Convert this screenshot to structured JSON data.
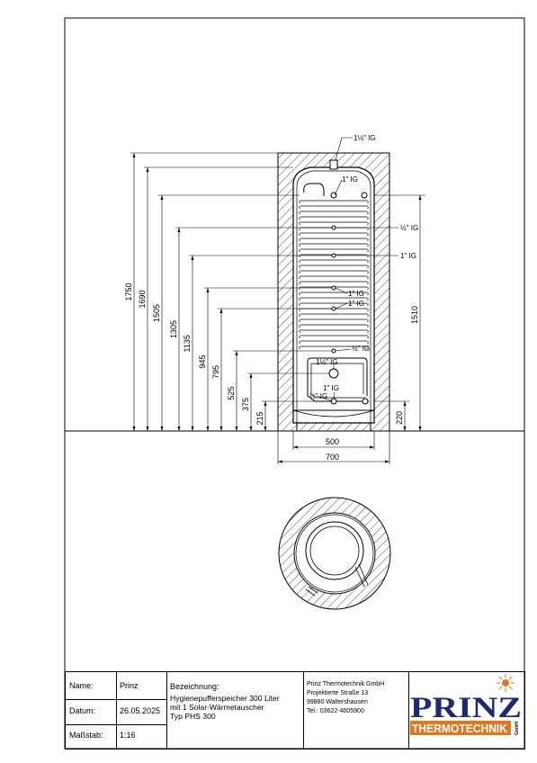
{
  "dimensions_left": [
    "1750",
    "1690",
    "1505",
    "1305",
    "1135",
    "945",
    "795",
    "525",
    "375",
    "215"
  ],
  "dimension_right_height": "1510",
  "dimension_right_bottom": "220",
  "dimension_inner_width": "500",
  "dimension_outer_width": "700",
  "connections": {
    "top": "1½\" IG",
    "coil_top": "1\" IG",
    "sensor_upper": "½\" IG",
    "side_upper": "1\" IG",
    "coil_mid_1": "1\" IG",
    "coil_mid_2": "1\" IG",
    "sensor_lower": "½\" IG",
    "bottom_large": "1½\" IG",
    "bottom_small": "1\" IG",
    "sensor_bottom": "½\" IG"
  },
  "title_block": {
    "name_label": "Name:",
    "name_value": "Prinz",
    "date_label": "Datum:",
    "date_value": "26.05.2025",
    "scale_label": "Maßstab:",
    "scale_value": "1:16",
    "designation_label": "Bezeichnung:",
    "designation_line1": "Hygienepufferspeicher 300 Liter",
    "designation_line2": "mit 1 Solar-Wärmetauscher",
    "designation_line3": "Typ PHS 300",
    "company_name": "Prinz Thermotechnik GmbH",
    "company_street": "Projektierte Straße 13",
    "company_city": "99880 Waltershausen",
    "company_phone": "Tel.: 03622-4005900"
  },
  "logo": {
    "word": "PRINZ",
    "sub": "THERMOTECHNIK",
    "suffix": "GmbH",
    "color_brand": "#1c2a6e",
    "color_accent": "#e0771f"
  }
}
